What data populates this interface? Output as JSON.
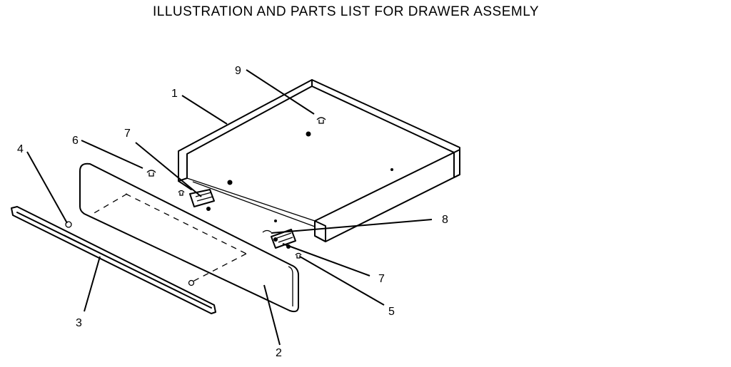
{
  "title": "ILLUSTRATION AND PARTS LIST FOR  DRAWER  ASSEMLY",
  "callouts": {
    "c1": "1",
    "c2": "2",
    "c3": "3",
    "c4": "4",
    "c5": "5",
    "c6": "6",
    "c7a": "7",
    "c7b": "7",
    "c8": "8",
    "c9": "9"
  }
}
